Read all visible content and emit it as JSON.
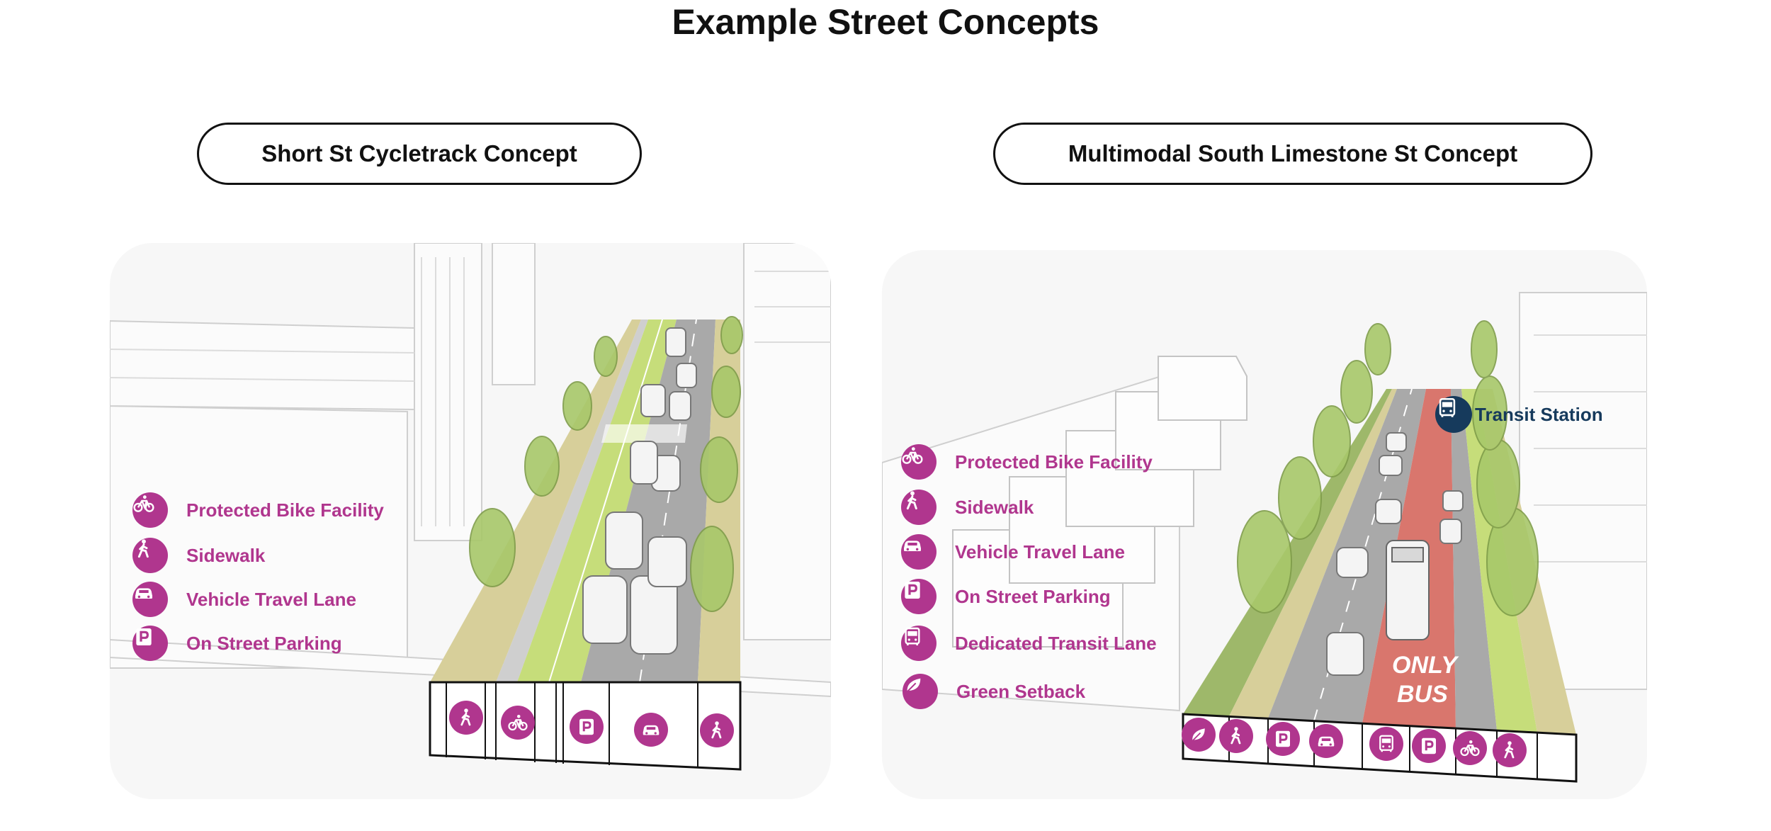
{
  "title": "Example Street Concepts",
  "concepts": [
    {
      "heading": "Short St Cycletrack Concept",
      "legend": [
        {
          "icon": "bike-icon",
          "label": "Protected Bike Facility"
        },
        {
          "icon": "pedestrian-icon",
          "label": "Sidewalk"
        },
        {
          "icon": "car-icon",
          "label": "Vehicle Travel Lane"
        },
        {
          "icon": "parking-icon",
          "label": "On Street Parking"
        }
      ]
    },
    {
      "heading": "Multimodal South Limestone St Concept",
      "legend": [
        {
          "icon": "bike-icon",
          "label": "Protected Bike Facility"
        },
        {
          "icon": "pedestrian-icon",
          "label": "Sidewalk"
        },
        {
          "icon": "car-icon",
          "label": "Vehicle Travel Lane"
        },
        {
          "icon": "parking-icon",
          "label": "On Street Parking"
        },
        {
          "icon": "bus-icon",
          "label": "Dedicated Transit Lane"
        },
        {
          "icon": "leaf-icon",
          "label": "Green Setback"
        }
      ],
      "transit_station_label": "Transit Station",
      "bus_lane_marking": [
        "ONLY",
        "BUS"
      ]
    }
  ],
  "colors": {
    "accent_magenta": "#b0368e",
    "bike_lane_green": "#c6dd7a",
    "bus_lane_red": "#d9766d",
    "roadway_gray": "#a9a9a9",
    "sidewalk_tan": "#d7cf9a",
    "transit_navy": "#163a5c"
  }
}
